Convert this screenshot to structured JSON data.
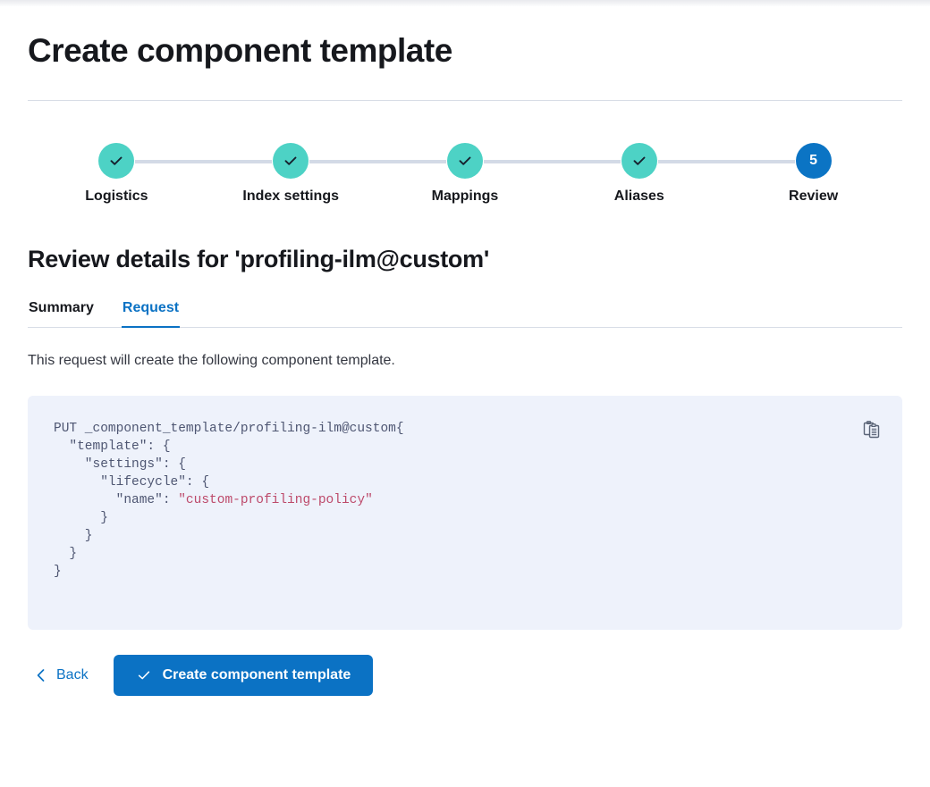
{
  "header": {
    "title": "Create component template"
  },
  "stepper": {
    "steps": [
      {
        "label": "Logistics",
        "state": "complete",
        "marker": "check-icon"
      },
      {
        "label": "Index settings",
        "state": "complete",
        "marker": "check-icon"
      },
      {
        "label": "Mappings",
        "state": "complete",
        "marker": "check-icon"
      },
      {
        "label": "Aliases",
        "state": "complete",
        "marker": "check-icon"
      },
      {
        "label": "Review",
        "state": "current",
        "marker": "5"
      }
    ],
    "colors": {
      "complete": "#4dd2c5",
      "current": "#0b74c4",
      "connector": "#d3dae6"
    }
  },
  "review": {
    "heading": "Review details for 'profiling-ilm@custom'",
    "tabs": [
      {
        "label": "Summary",
        "active": false
      },
      {
        "label": "Request",
        "active": true
      }
    ],
    "description": "This request will create the following component template.",
    "request": {
      "method_line": "PUT _component_template/profiling-ilm@custom",
      "body_before_string": "{\n  \"template\": {\n    \"settings\": {\n      \"lifecycle\": {\n        \"name\": ",
      "string_value": "\"custom-profiling-policy\"",
      "body_after_string": "\n      }\n    }\n  }\n}",
      "copy_icon": "copy-clipboard-icon",
      "background": "#eef2fb",
      "string_color": "#bd4a6b"
    }
  },
  "actions": {
    "back_label": "Back",
    "back_icon": "chevron-left-icon",
    "submit_label": "Create component template",
    "submit_icon": "check-icon",
    "submit_color": "#0b72c4"
  }
}
